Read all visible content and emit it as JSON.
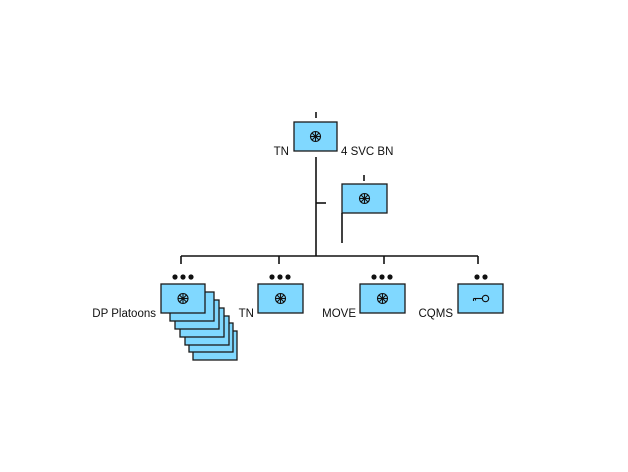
{
  "diagram": {
    "type": "military-org-chart",
    "colors": {
      "unit_fill": "#80d8ff",
      "stroke": "#111111",
      "background": "#ffffff"
    },
    "hq": {
      "left_label": "TN",
      "right_label": "4 SVC BN",
      "icon": "wheel-icon"
    },
    "command_post": {
      "icon": "wheel-icon",
      "symbol": "flag"
    },
    "subunits": [
      {
        "label": "DP Platoons",
        "echelon": "platoon",
        "echelon_dots": 3,
        "icon": "wheel-icon",
        "stacked": true,
        "stack_count": 7
      },
      {
        "label": "TN",
        "echelon": "platoon",
        "echelon_dots": 3,
        "icon": "wheel-icon",
        "stacked": false
      },
      {
        "label": "MOVE",
        "echelon": "platoon",
        "echelon_dots": 3,
        "icon": "wheel-icon",
        "stacked": false
      },
      {
        "label": "CQMS",
        "echelon": "section",
        "echelon_dots": 2,
        "icon": "key-icon",
        "stacked": false
      }
    ]
  }
}
